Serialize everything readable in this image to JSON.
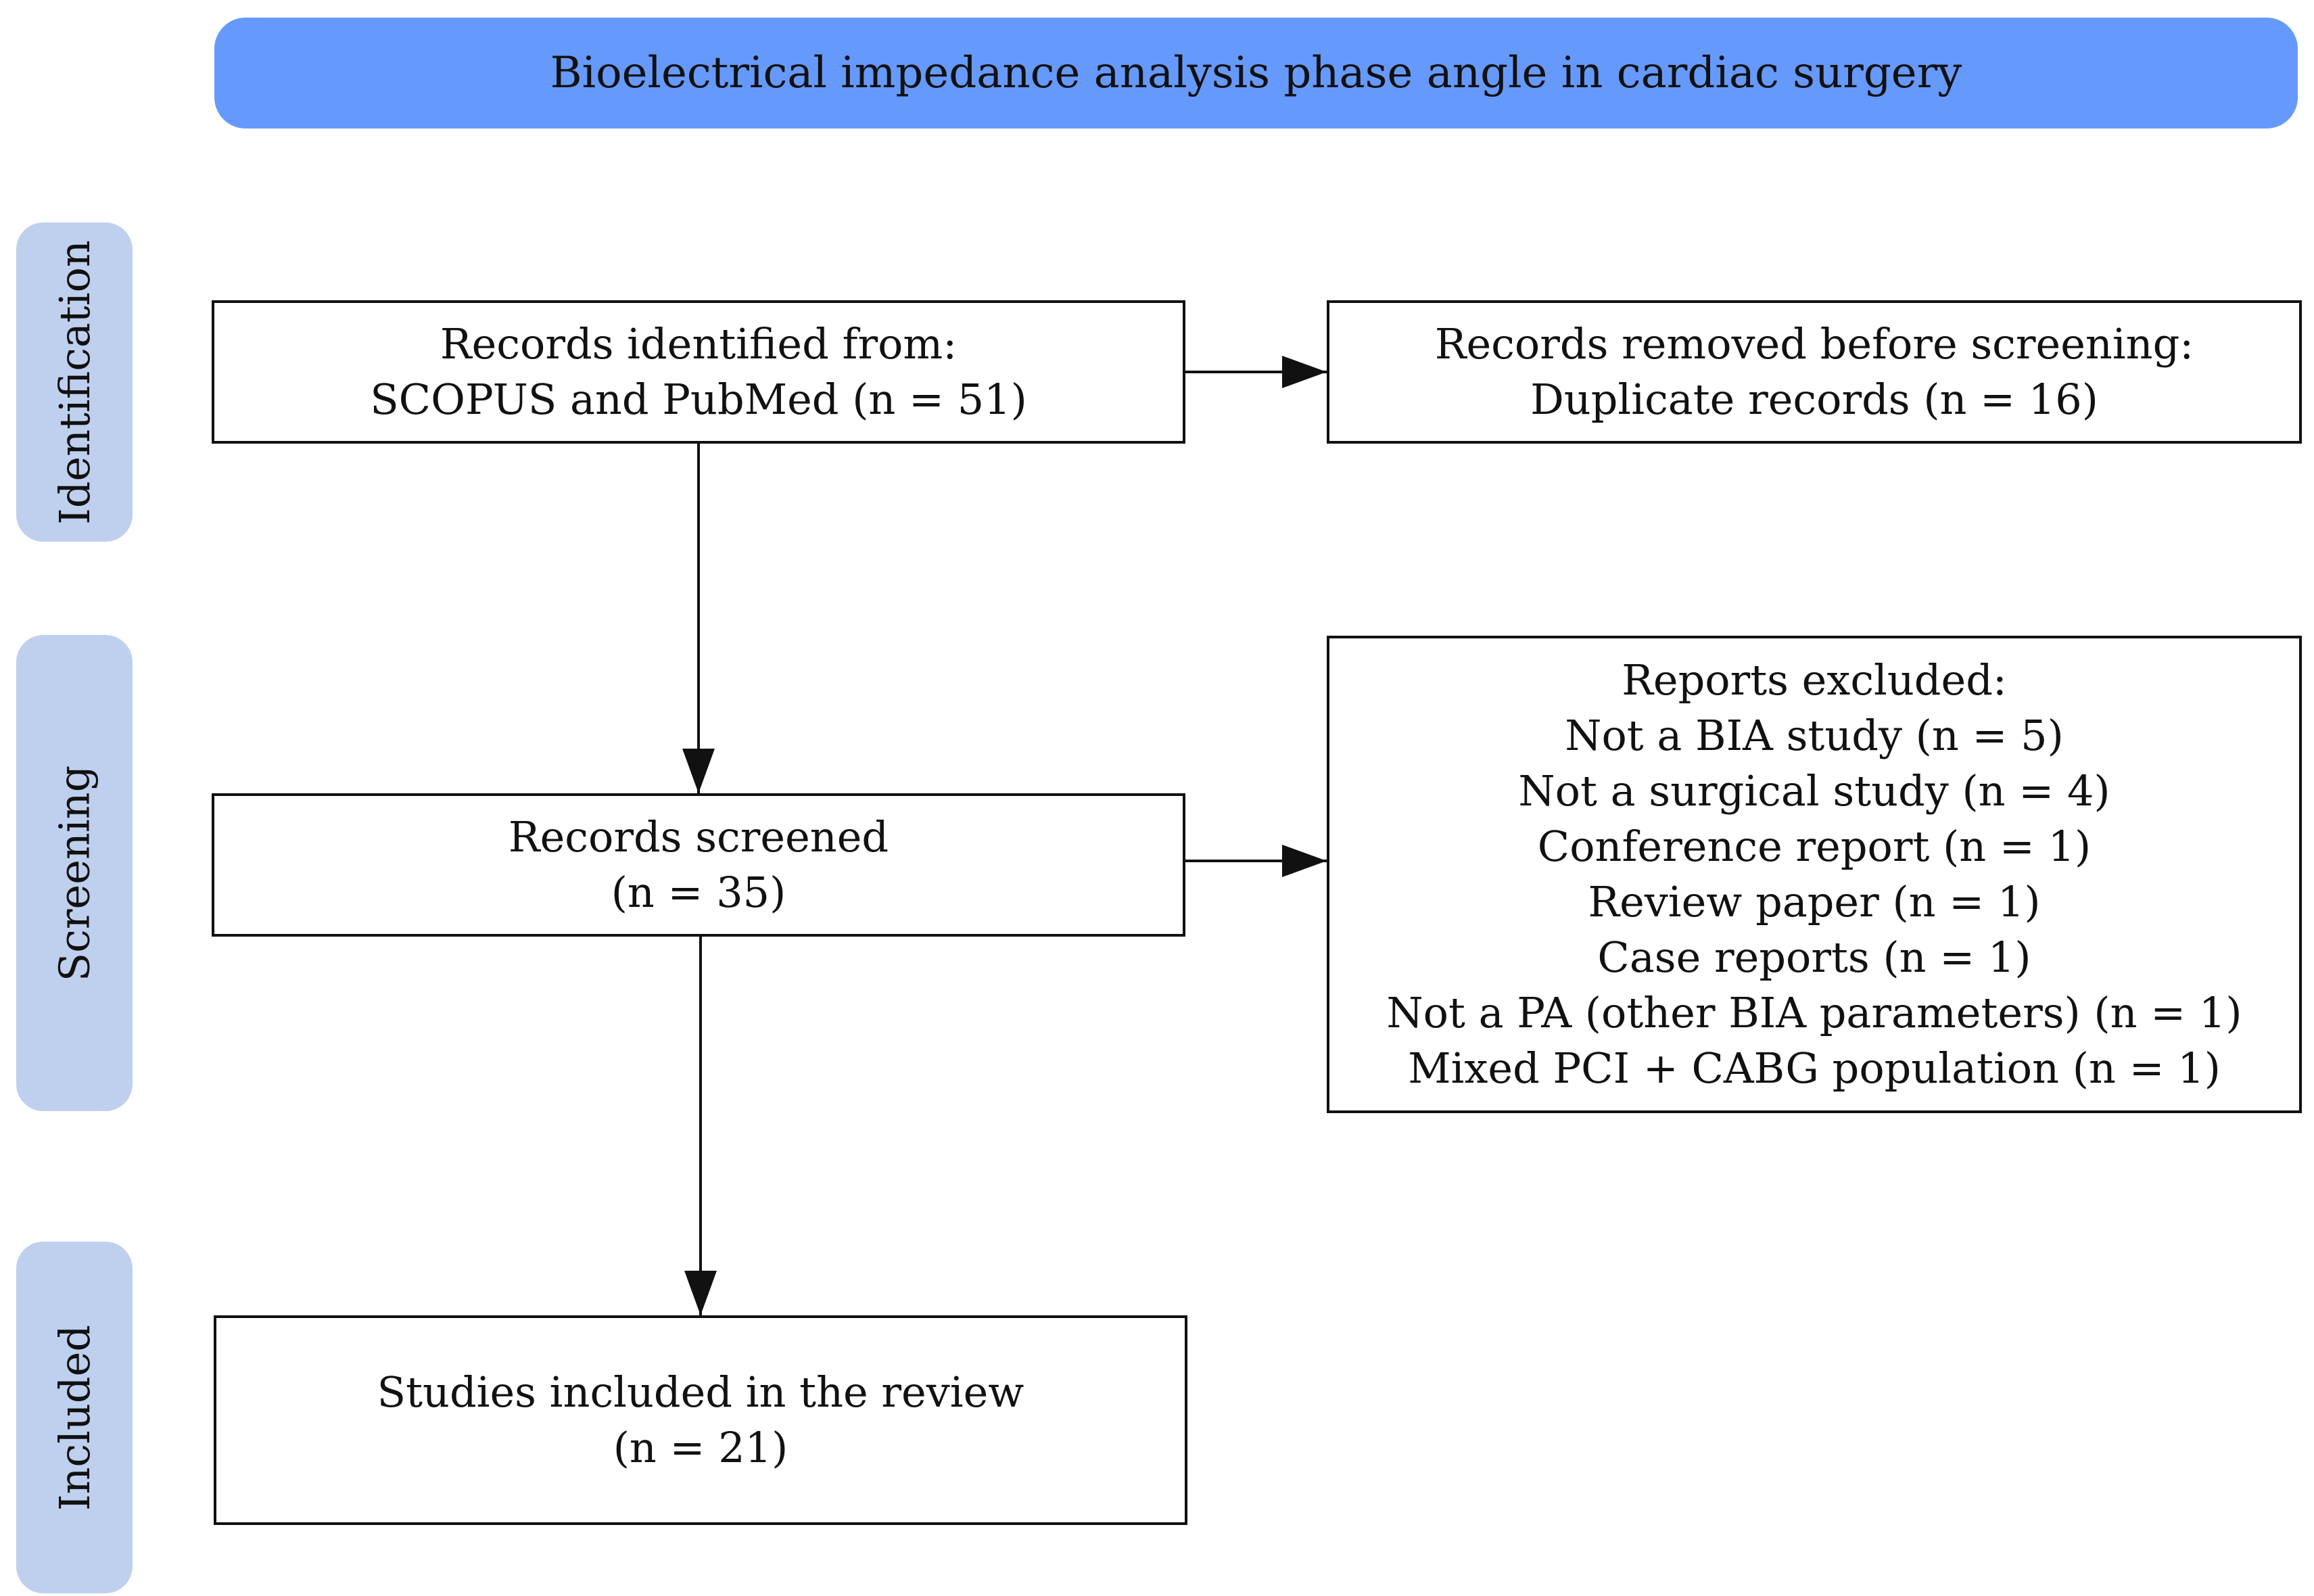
{
  "title": "Bioelectrical impedance analysis phase angle in cardiac surgery",
  "phases": {
    "identification": "Identification",
    "screening": "Screening",
    "included": "Included"
  },
  "identified": {
    "line1": "Records identified from:",
    "line2": "SCOPUS and PubMed (n = 51)"
  },
  "removed": {
    "line1": "Records removed before screening:",
    "line2": "Duplicate records (n = 16)"
  },
  "screened": {
    "line1": "Records screened",
    "line2": "(n = 35)"
  },
  "excluded": {
    "heading": "Reports excluded:",
    "items": [
      "Not a BIA study (n = 5)",
      "Not a surgical study (n = 4)",
      "Conference report (n = 1)",
      "Review paper (n = 1)",
      "Case reports (n = 1)",
      "Not a PA (other BIA parameters) (n = 1)",
      "Mixed PCI + CABG population (n = 1)"
    ]
  },
  "included": {
    "line1": "Studies included in the review",
    "line2": "(n = 21)"
  },
  "colors": {
    "title_banner": "#6699fc",
    "phase_label": "#bed0ee",
    "stroke": "#111111"
  }
}
